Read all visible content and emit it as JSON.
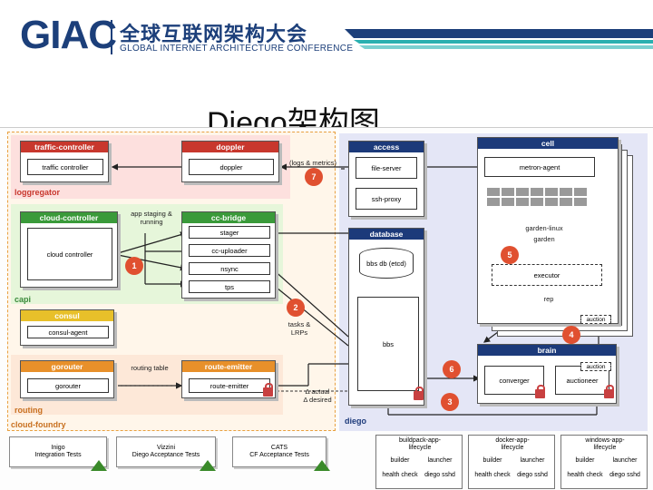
{
  "logo": {
    "mark": "GIAC",
    "cn": "全球互联网架构大会",
    "en": "GLOBAL INTERNET ARCHITECTURE CONFERENCE"
  },
  "slide_title": "Diego架构图",
  "zones": {
    "loggregator": "loggregator",
    "capi": "capi",
    "routing": "routing",
    "cloud_foundry": "cloud-foundry",
    "diego": "diego"
  },
  "components": {
    "traffic_controller": {
      "title": "traffic-controller",
      "inner": "traffic controller"
    },
    "doppler": {
      "title": "doppler",
      "inner": "doppler"
    },
    "cloud_controller": {
      "title": "cloud-controller",
      "inner": "cloud controller"
    },
    "cc_bridge": {
      "title": "cc-bridge",
      "items": [
        "stager",
        "cc-uploader",
        "nsync",
        "tps"
      ]
    },
    "consul": {
      "title": "consul",
      "inner": "consul-agent"
    },
    "gorouter": {
      "title": "gorouter",
      "inner": "gorouter"
    },
    "route_emitter": {
      "title": "route-emitter",
      "inner": "route-emitter"
    },
    "access": {
      "title": "access",
      "items": [
        "file-server",
        "ssh-proxy"
      ]
    },
    "database": {
      "title": "database",
      "db": "bbs db (etcd)",
      "bbs": "bbs"
    },
    "cell": {
      "title": "cell",
      "metron": "metron-agent",
      "garden_linux": "garden-linux",
      "garden": "garden",
      "executor": "executor",
      "rep": "rep",
      "auction": "auction"
    },
    "brain": {
      "title": "brain",
      "converger": "converger",
      "auctioneer": "auctioneer",
      "auction": "auction"
    }
  },
  "annotations": {
    "logs": "(logs & metrics)",
    "staging": "app staging & running",
    "tasks": "tasks & LRPs",
    "routing_table": "routing table",
    "delta_actual": "Δ actual",
    "delta_desired": "Δ desired"
  },
  "steps": [
    "1",
    "2",
    "3",
    "4",
    "5",
    "6",
    "7"
  ],
  "tests": [
    {
      "name": "Inigo",
      "desc": "Integration Tests"
    },
    {
      "name": "Vizzini",
      "desc": "Diego Acceptance Tests"
    },
    {
      "name": "CATS",
      "desc": "CF Acceptance Tests"
    }
  ],
  "lifecycles": [
    {
      "title": "buildpack-app-lifecycle",
      "cells": [
        "builder",
        "launcher",
        "health check",
        "diego sshd"
      ]
    },
    {
      "title": "docker-app-lifecycle",
      "cells": [
        "builder",
        "launcher",
        "health check",
        "diego sshd"
      ]
    },
    {
      "title": "windows-app-lifecycle",
      "cells": [
        "builder",
        "launcher",
        "health check",
        "diego sshd"
      ]
    }
  ],
  "colors": {
    "header_red": "#c8372d",
    "header_orange": "#e8902a",
    "header_yellow": "#e8c02a",
    "header_green": "#3a9a3a",
    "header_navy": "#1c3a7a",
    "brand": "#1c3f7a",
    "accent_teal": "#2ab0b0"
  }
}
